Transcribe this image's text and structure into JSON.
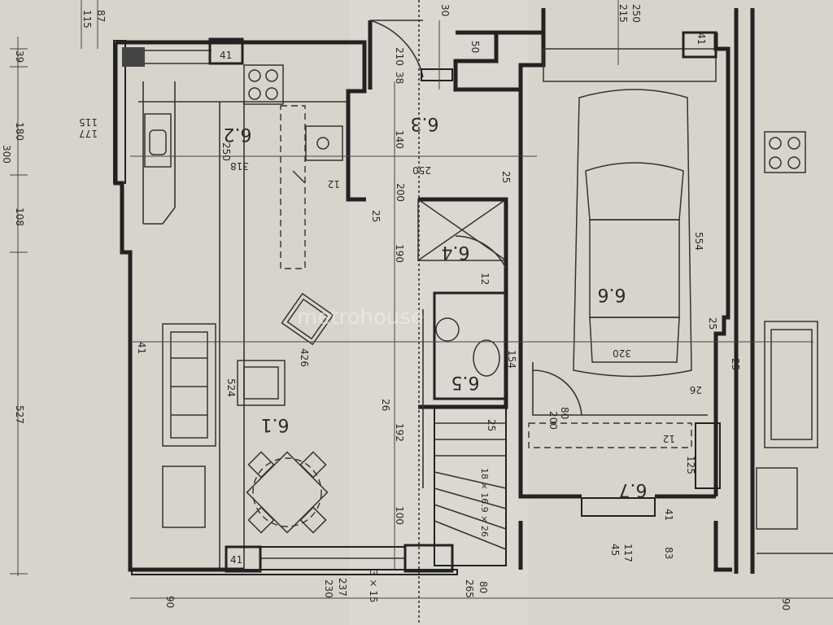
{
  "watermark": "metrohouse",
  "rooms": [
    "6.1",
    "6.2",
    "6.3",
    "6.4",
    "6.5",
    "6.6",
    "6.7"
  ],
  "dimensions": {
    "d_87": "87",
    "d_115_top": "115",
    "d_39": "39",
    "d_180": "180",
    "d_300": "300",
    "d_108": "108",
    "d_527_left": "527",
    "d_41_kitchen": "41",
    "d_115_177_a": "115",
    "d_115_177_b": "177",
    "d_318": "318",
    "d_250_k": "250",
    "d_210": "210",
    "d_38": "38",
    "d_30": "30",
    "d_50": "50",
    "d_140": "140",
    "d_250_h": "250",
    "d_12_a": "12",
    "d_200_a": "200",
    "d_25_a": "25",
    "d_190": "190",
    "d_12_b": "12",
    "d_426": "426",
    "d_41_living": "41",
    "d_524": "524",
    "d_26_a": "26",
    "d_192": "192",
    "d_100": "100",
    "d_41_bottom": "41",
    "d_237": "237",
    "d_230": "230",
    "d_3x15": "3 × 15",
    "d_90": "90",
    "d_80_bottom": "80",
    "d_265": "265",
    "d_215": "215",
    "d_250_top": "250",
    "d_41_top": "41",
    "d_554": "554",
    "d_320": "320",
    "d_25_b": "25",
    "d_25_c": "25",
    "d_26_b": "26",
    "d_80_garage": "80",
    "d_200_garage": "200",
    "d_12_c": "12",
    "d_125": "125",
    "d_41_garage": "41",
    "d_117": "117",
    "d_45": "45",
    "d_83": "83",
    "d_90_right": "90",
    "d_stairs": "18 × 16.9 × 26",
    "d_154": "154",
    "d_25_d": "25",
    "d_25_e": "25"
  }
}
